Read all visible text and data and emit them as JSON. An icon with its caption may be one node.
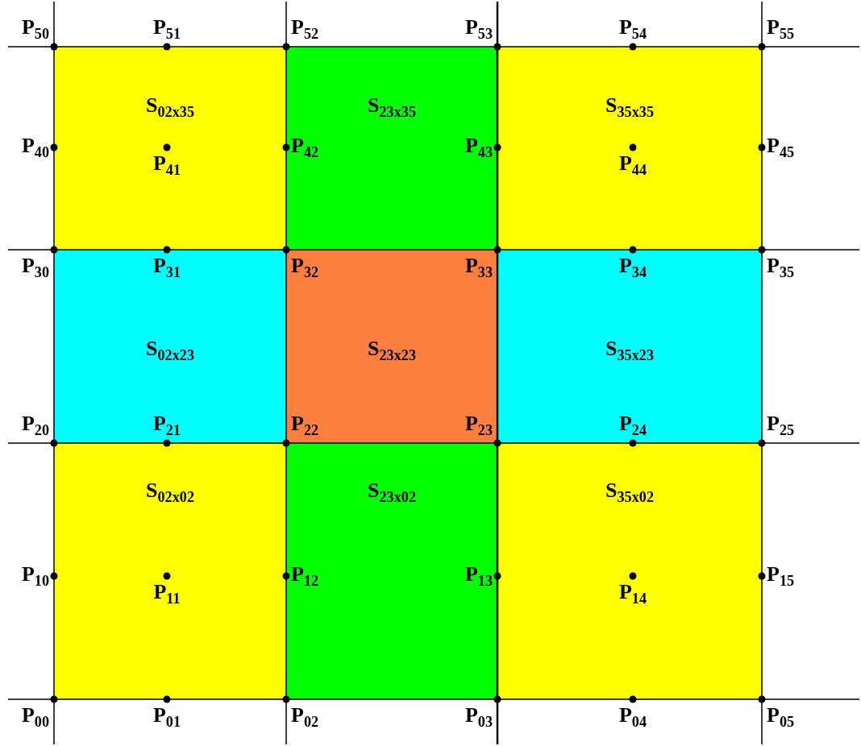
{
  "diagram": {
    "nodes": [
      {
        "text": [
          "S$_{02x35}$"
        ]
      },
      {
        "text": [
          "S$_{23x35}$"
        ]
      },
      {
        "text": [
          "S$_{35x35}$"
        ]
      },
      {
        "text": [
          "S$_{02x23}$"
        ]
      },
      {
        "text": [
          "S$_{23x23}$"
        ]
      },
      {
        "text": [
          "S$_{35x23}$"
        ]
      },
      {
        "text": [
          "S$_{02x02}$"
        ]
      },
      {
        "text": [
          "S$_{23x02}$"
        ]
      },
      {
        "text": [
          "S$_{35x02}$"
        ]
      }
    ],
    "labels": [
      "P$_{50}$",
      "P$_{51}$",
      "P$_{52}$",
      "P$_{53}$",
      "P$_{54}$",
      "P$_{55}$",
      "P$_{40}$",
      "P$_{41}$",
      "P$_{42}$",
      "P$_{43}$",
      "P$_{44}$",
      "P$_{45}$",
      "P$_{30}$",
      "P$_{31}$",
      "P$_{32}$",
      "P$_{33}$",
      "P$_{34}$",
      "P$_{35}$",
      "P$_{20}$",
      "P$_{21}$",
      "P$_{22}$",
      "P$_{23}$",
      "P$_{24}$",
      "P$_{25}$",
      "P$_{10}$",
      "P$_{11}$",
      "P$_{12}$",
      "P$_{13}$",
      "P$_{14}$",
      "P$_{15}$",
      "P$_{00}$",
      "P$_{01}$",
      "P$_{02}$",
      "P$_{03}$",
      "P$_{04}$",
      "P$_{05}$"
    ]
  }
}
